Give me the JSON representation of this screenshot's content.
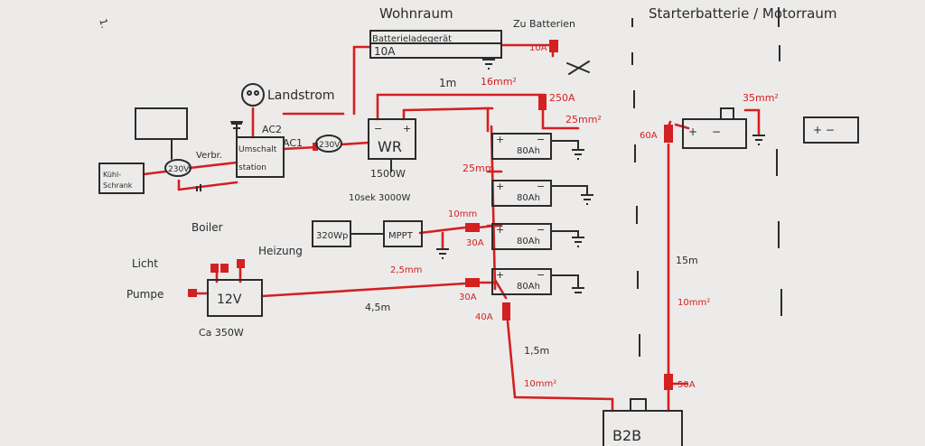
{
  "headers": {
    "page_mark": "1.",
    "living_area": "Wohnraum",
    "starter_area": "Starterbatterie / Motorraum"
  },
  "components": {
    "charger": {
      "name": "Batterieladegerät",
      "rating": "10A",
      "to_batteries": "Zu Batterien",
      "fuse": "10A"
    },
    "shore_power": "Landstrom",
    "switch_station": {
      "label_1": "Umschalt",
      "label_2": "station",
      "ac1": "AC1",
      "ac2": "AC2",
      "consumer": "Verbr."
    },
    "socket_left": "230V",
    "socket_right": "230V",
    "fridge": {
      "line_1": "Kühl-",
      "line_2": "Schrank"
    },
    "inverter": {
      "name": "WR",
      "power": "1500W",
      "peak": "10sek 3000W",
      "plus": "+",
      "minus": "−"
    },
    "solar": "320Wp",
    "mppt": "MPPT",
    "distribution_12v": "12V",
    "b2b": "B2B",
    "starter_terminals": "+  −"
  },
  "loads": {
    "boiler": "Boiler",
    "light": "Licht",
    "heating": "Heizung",
    "pump": "Pumpe",
    "total": "Ca 350W"
  },
  "batteries": [
    {
      "capacity": "80Ah",
      "plus": "+",
      "minus": "−"
    },
    {
      "capacity": "80Ah",
      "plus": "+",
      "minus": "−"
    },
    {
      "capacity": "80Ah",
      "plus": "+",
      "minus": "−"
    },
    {
      "capacity": "80Ah",
      "plus": "+",
      "minus": "−"
    }
  ],
  "starter_battery": {
    "plus": "+",
    "minus": "−"
  },
  "wiring": {
    "inverter_cable_length": "1m",
    "inverter_cable_cross_section": "16mm²",
    "inverter_fuse": "250A",
    "battery_cross_section_1": "25mm²",
    "battery_cross_section_2": "25mm",
    "mppt_cable": "10mm",
    "mppt_fuse": "30A",
    "load_cable": "2,5mm",
    "load_length": "4,5m",
    "load_fuse": "30A",
    "b2b_fuse": "40A",
    "b2b_length": "1,5m",
    "b2b_cross_section": "10mm²",
    "starter_fuse": "60A",
    "starter_cross_section": "35mm²",
    "starter_cable_length": "15m",
    "starter_cable_cross_section": "10mm²",
    "starter_b2b_fuse": "50A"
  },
  "colors": {
    "ink": "#2b2b2b",
    "red_wire": "#d42020",
    "paper": "#ecebea"
  }
}
